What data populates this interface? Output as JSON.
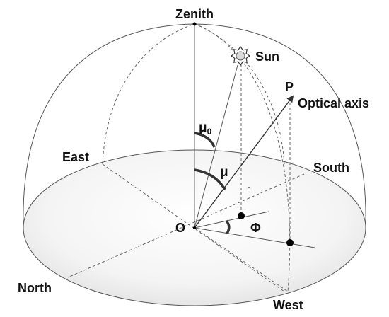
{
  "labels": {
    "zenith": "Zenith",
    "sun": "Sun",
    "point_p": "P",
    "optical_axis": "Optical axis",
    "east": "East",
    "south": "South",
    "north": "North",
    "west": "West",
    "origin": "O",
    "mu": "μ",
    "mu0_base": "μ",
    "mu0_sub": "0",
    "phi": "Φ"
  },
  "colors": {
    "outline": "#555555",
    "construction": "#666666",
    "arrow": "#333333",
    "arc": "#333333",
    "text": "#111111",
    "point": "#000000",
    "ground_light": "#ffffff",
    "ground_dark": "#e2e2e2"
  },
  "icons": {
    "sun": "sun-icon"
  }
}
